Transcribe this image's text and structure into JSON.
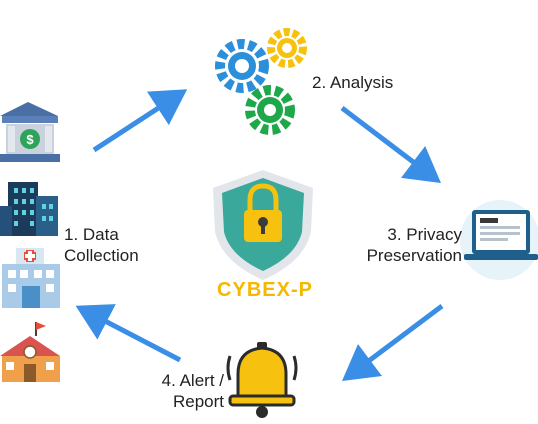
{
  "labels": {
    "data_collection": [
      "1. Data",
      "Collection"
    ],
    "analysis": [
      "2. Analysis"
    ],
    "privacy": [
      "3. Privacy",
      "Preservation"
    ],
    "alert": [
      "4. Alert /",
      "Report"
    ]
  },
  "brand": {
    "name": "CYBEX-P"
  },
  "icons": [
    "bank-icon",
    "skyscraper-icon",
    "hospital-icon",
    "school-icon",
    "gears-icon",
    "shield-lock-icon",
    "laptop-icon",
    "bell-icon"
  ],
  "colors": {
    "arrow": "#3a8ee6",
    "brand": "#f5b800",
    "shield": "#3aa89a",
    "gear_blue": "#2b8fd9",
    "gear_yellow": "#f6c20f",
    "gear_green": "#1fa84a"
  }
}
